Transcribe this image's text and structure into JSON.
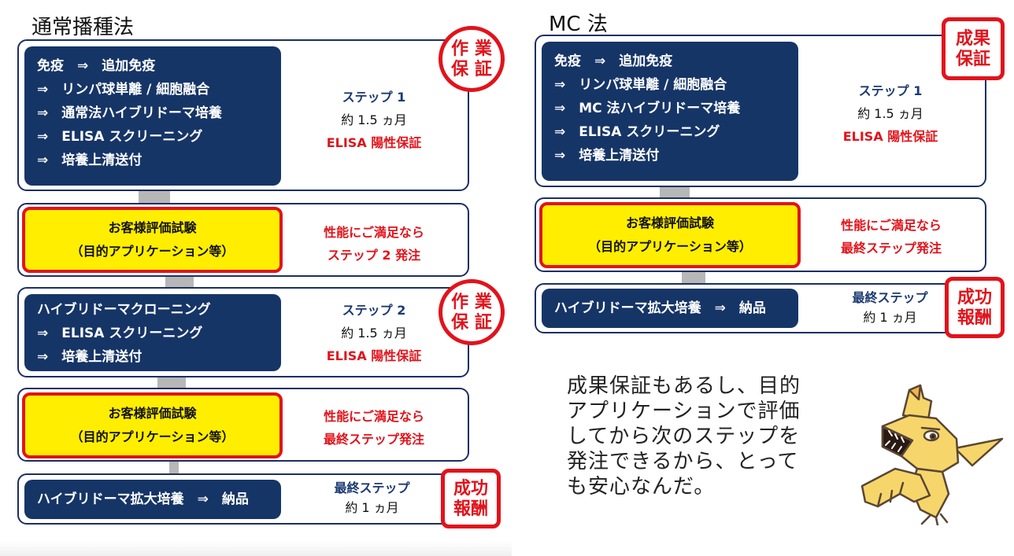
{
  "left": {
    "title": "通常播種法",
    "step1": {
      "lines": [
        "免疫　⇒　追加免疫",
        "⇒　リンパ球単離 / 細胞融合",
        "⇒　通常法ハイブリドーマ培養",
        "⇒　ELISA スクリーニング",
        "⇒　培養上清送付"
      ],
      "step": "ステップ 1",
      "duration": "約 1.5 ヵ月",
      "guarantee": "ELISA 陽性保証",
      "stamp": [
        "作 業",
        "保 証"
      ]
    },
    "eval1": {
      "lines": [
        "お客様評価試験",
        "（目的アプリケーション等）"
      ],
      "note": [
        "性能にご満足なら",
        "ステップ 2 発注"
      ]
    },
    "step2": {
      "lines": [
        "ハイブリドーマクローニング",
        "⇒　ELISA スクリーニング",
        "⇒　培養上清送付"
      ],
      "step": "ステップ 2",
      "duration": "約 1.5 ヵ月",
      "guarantee": "ELISA 陽性保証",
      "stamp": [
        "作 業",
        "保 証"
      ]
    },
    "eval2": {
      "lines": [
        "お客様評価試験",
        "（目的アプリケーション等）"
      ],
      "note": [
        "性能にご満足なら",
        "最終ステップ発注"
      ]
    },
    "final": {
      "text": "ハイブリドーマ拡大培養　⇒　納品",
      "step": "最終ステップ",
      "duration": "約 1 ヵ月",
      "stamp": [
        "成功",
        "報酬"
      ]
    }
  },
  "right": {
    "title": "MC 法",
    "step1": {
      "lines": [
        "免疫　⇒　追加免疫",
        "⇒　リンパ球単離 / 細胞融合",
        "⇒　MC 法ハイブリドーマ培養",
        "⇒　ELISA スクリーニング",
        "⇒　培養上清送付"
      ],
      "step": "ステップ 1",
      "duration": "約 1.5 ヵ月",
      "guarantee": "ELISA 陽性保証",
      "stamp": [
        "成果",
        "保証"
      ]
    },
    "eval1": {
      "lines": [
        "お客様評価試験",
        "（目的アプリケーション等）"
      ],
      "note": [
        "性能にご満足なら",
        "最終ステップ発注"
      ]
    },
    "final": {
      "text": "ハイブリドーマ拡大培養　⇒　納品",
      "step": "最終ステップ",
      "duration": "約 1 ヵ月",
      "stamp": [
        "成功",
        "報酬"
      ]
    },
    "speech": [
      "成果保証もあるし、目的",
      "アプリケーションで評価",
      "してから次のステップを",
      "発注できるから、とって",
      "も安心なんだ。"
    ]
  },
  "colors": {
    "navy": "#163567",
    "red": "#e2131b",
    "yellow": "#ffee00",
    "border": "#1c2f63"
  }
}
